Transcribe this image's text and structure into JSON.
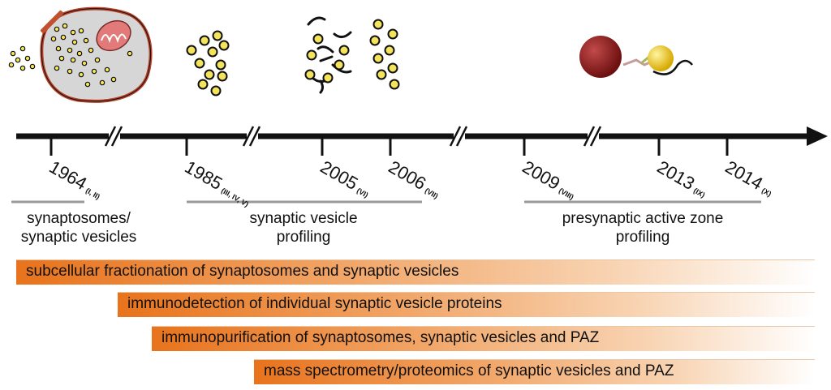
{
  "years": [
    {
      "year": "1964",
      "refs": "(I, II)"
    },
    {
      "year": "1985",
      "refs": "(III, IV, V)"
    },
    {
      "year": "2005",
      "refs": "(VI)"
    },
    {
      "year": "2006",
      "refs": "(VII)"
    },
    {
      "year": "2009",
      "refs": "(VIII)"
    },
    {
      "year": "2013",
      "refs": "(IX)"
    },
    {
      "year": "2014",
      "refs": "(X)"
    }
  ],
  "eras": [
    {
      "line1": "synaptosomes/",
      "line2": "synaptic vesicles"
    },
    {
      "line1": "synaptic vesicle",
      "line2": "profiling"
    },
    {
      "line1": "presynaptic active zone",
      "line2": "profiling"
    }
  ],
  "methods": [
    "subcellular fractionation of synaptosomes and synaptic vesicles",
    "immunodetection of individual synaptic vesicle proteins",
    "immunopurification of synaptosomes, synaptic vesicles and PAZ",
    "mass spectrometry/proteomics of synaptic vesicles and PAZ"
  ],
  "colors": {
    "vesicle_fill": "#f4e35c",
    "cell_fill": "#d9d9d9",
    "membrane": "#b8432a",
    "mitochondrion": "#e07a7a",
    "bead_red": "#8b1a1a",
    "bead_yellow": "#e8c21a",
    "bar_orange": "#e8731c"
  }
}
